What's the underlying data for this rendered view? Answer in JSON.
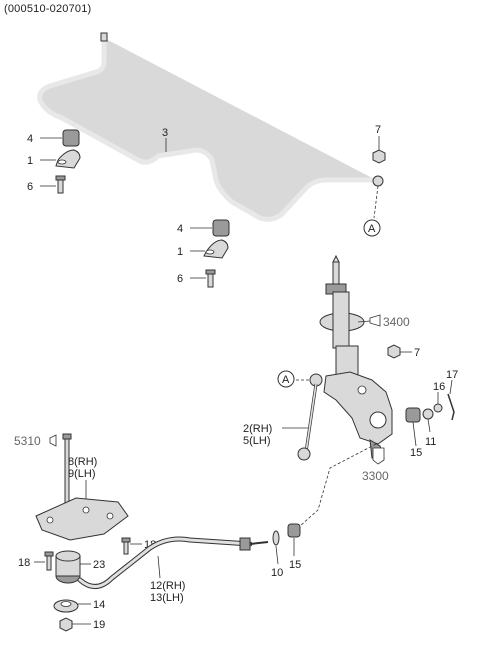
{
  "diagram": {
    "date_code": "(000510-020701)",
    "reference_marker": "A",
    "labels": {
      "bushing_upper": "4",
      "bracket_upper": "1",
      "bolt_upper": "6",
      "stabilizer_bar": "3",
      "nut_top": "7",
      "bushing_lower": "4",
      "bracket_lower": "1",
      "bolt_lower": "6",
      "strut_assembly": "3400",
      "strut_nut": "7",
      "washer_17": "17",
      "washer_16": "16",
      "nut_11": "11",
      "bushing_15_right": "15",
      "knuckle": "3300",
      "link_rh": "2(RH)",
      "link_lh": "5(LH)",
      "bolt_5310": "5310",
      "crossmember_rh": "8(RH)",
      "crossmember_lh": "9(LH)",
      "bolt_18_right": "18",
      "bolt_18_left": "18",
      "bushing_23": "23",
      "washer_14": "14",
      "nut_19": "19",
      "lower_arm_rh": "12(RH)",
      "lower_arm_lh": "13(LH)",
      "washer_10": "10",
      "bushing_15_lower": "15"
    }
  }
}
